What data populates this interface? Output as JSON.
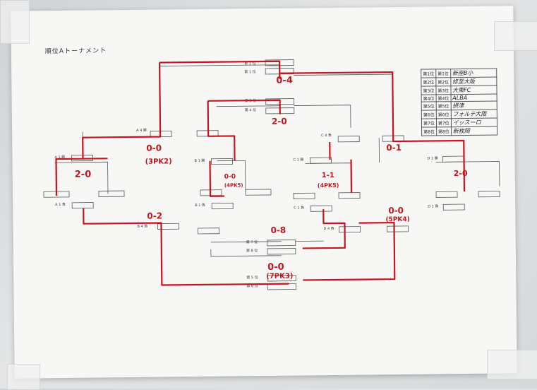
{
  "title": "順位Aトーナメント",
  "ranking": [
    {
      "rank": "第1位",
      "team": "新座B小"
    },
    {
      "rank": "第2位",
      "team": "修至大阪"
    },
    {
      "rank": "第3位",
      "team": "大東FC"
    },
    {
      "rank": "第4位",
      "team": "ALBA"
    },
    {
      "rank": "第5位",
      "team": "摂津"
    },
    {
      "rank": "第6位",
      "team": "フォルテ大阪"
    },
    {
      "rank": "第7位",
      "team": "イッスーロ"
    },
    {
      "rank": "第8位",
      "team": "新枚岡"
    }
  ],
  "printed_labels": {
    "first_place": "第 1 位",
    "third_place": "第 3 位",
    "fourth_place": "第 4 位",
    "fifth_place": "第 5 位",
    "sixth_place": "第 6 位",
    "seventh_place": "第 7 位",
    "eighth_place": "第 8 位",
    "a4": "A 4 勝",
    "a1_win": "A 1 勝",
    "a1_lose": "A 1 負",
    "b1_win": "B 1 勝",
    "b1_lose": "B 1 負",
    "b4": "B 4 負",
    "c4": "C 4 負",
    "c1_win": "C 1 勝",
    "c1_lose": "C 1 負",
    "d1_win": "D 1 勝",
    "d1_lose": "D 1 負",
    "d4": "D 4 負"
  },
  "scores": {
    "final": "0-4",
    "third_place": "2-0",
    "semi_left": "0-0",
    "semi_left_pk": "(3PK2)",
    "semi_right": "0-1",
    "qf_a": "2-0",
    "qf_b": "0-0",
    "qf_b_pk": "(4PK5)",
    "qf_c": "1-1",
    "qf_c_pk": "(4PK5)",
    "qf_d": "2-0",
    "lower_left": "0-2",
    "lower_right": "0-0",
    "lower_right_pk": "(5PK4)",
    "seventh_place": "0-8",
    "fifth_place": "0-0",
    "fifth_place_pk": "(7PK3)"
  }
}
